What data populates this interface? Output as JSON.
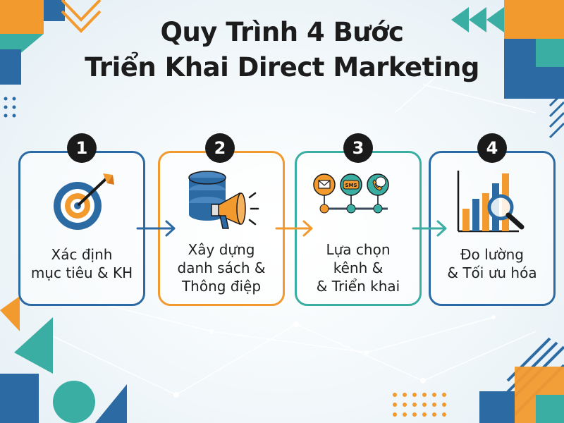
{
  "title": {
    "line1": "Quy Trình 4 Bước",
    "line2": "Triển Khai Direct Marketing"
  },
  "steps": [
    {
      "number": "1",
      "icon": "target-arrow-icon",
      "lines": [
        "Xác định",
        "mục tiêu & KH"
      ],
      "color": "#2c6aa4"
    },
    {
      "number": "2",
      "icon": "database-megaphone-icon",
      "lines": [
        "Xây dựng",
        "danh sách &",
        "Thông điệp"
      ],
      "color": "#f29a2e"
    },
    {
      "number": "3",
      "icon": "channels-icon",
      "lines": [
        "Lựa chọn",
        "kênh &",
        "& Triển khai"
      ],
      "color": "#3aaea2",
      "channel_badge": "SMS"
    },
    {
      "number": "4",
      "icon": "bar-chart-magnifier-icon",
      "lines": [
        "Đo lường",
        "& Tối ưu hóa"
      ],
      "color": "#2c6aa4"
    }
  ],
  "colors": {
    "navy": "#2c6aa4",
    "orange": "#f29a2e",
    "teal": "#3aaea2",
    "dark": "#1a1a1a"
  }
}
